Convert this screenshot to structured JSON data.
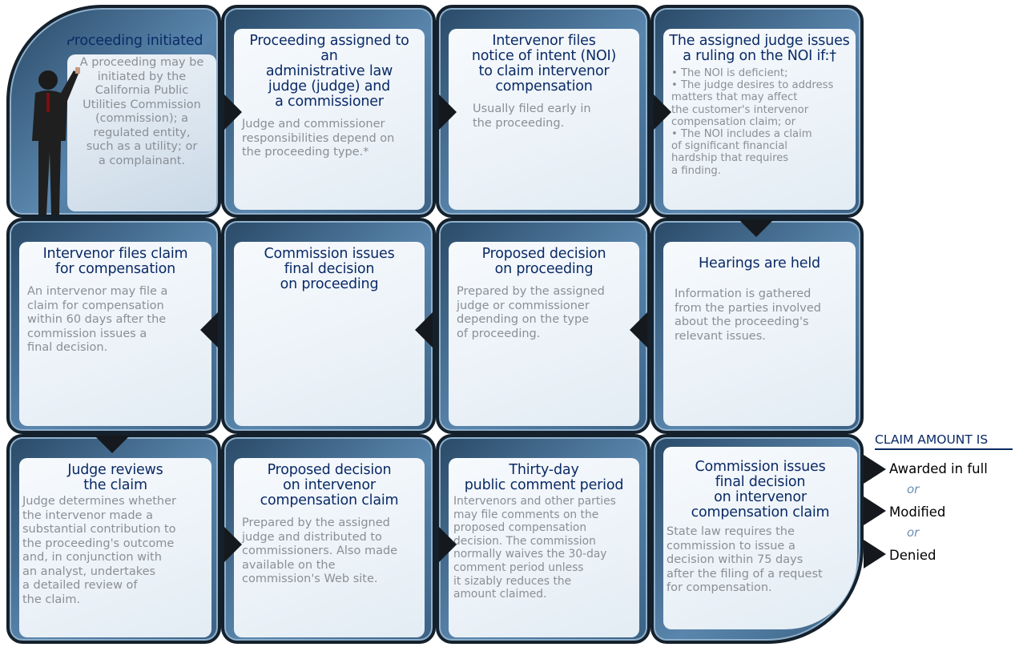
{
  "row1": [
    {
      "title": "Proceeding initiated",
      "desc": "A proceeding may be\ninitiated by the\nCalifornia Public\nUtilities Commission\n(commission); a\nregulated entity,\nsuch as a utility; or\na complainant."
    },
    {
      "title": "Proceeding assigned to an\nadministrative law\njudge (judge) and\na commissioner",
      "desc": "Judge and commissioner\nresponsibilities depend on\nthe proceeding type.*"
    },
    {
      "title": "Intervenor files\nnotice of intent (NOI)\nto claim intervenor\ncompensation",
      "desc": "Usually filed early in\nthe proceeding."
    },
    {
      "title": "The assigned judge issues\na ruling on the NOI if:†",
      "bullets": [
        "• The NOI is deficient;",
        "• The judge desires to address\n  matters that may affect\n  the customer's intervenor\n  compensation claim; or",
        "• The NOI includes a claim\n  of significant financial\n  hardship that requires\n  a finding."
      ]
    }
  ],
  "row2": [
    {
      "title": "Intervenor files claim\nfor compensation",
      "desc": "An intervenor may file a\nclaim for compensation\nwithin 60 days after the\ncommission issues a\nfinal decision."
    },
    {
      "title": "Commission issues\nfinal decision\non proceeding",
      "desc": ""
    },
    {
      "title": "Proposed decision\non proceeding",
      "desc": "Prepared by the assigned\njudge or commissioner\ndepending on the type\nof proceeding."
    },
    {
      "title": "Hearings are held",
      "desc": "Information is gathered\nfrom the parties involved\nabout the proceeding's\nrelevant issues."
    }
  ],
  "row3": [
    {
      "title": "Judge reviews\nthe claim",
      "desc": "Judge determines whether\nthe intervenor made a\nsubstantial contribution to\nthe proceeding's outcome\nand, in conjunction with\nan analyst, undertakes\na detailed review of\nthe claim."
    },
    {
      "title": "Proposed decision\non intervenor\ncompensation claim",
      "desc": "Prepared by the assigned\njudge and distributed to\ncommissioners.  Also made\navailable on the\ncommission's Web site."
    },
    {
      "title": "Thirty-day\npublic comment period",
      "desc": "Intervenors and other parties\nmay file comments on the\nproposed compensation\ndecision. The commission\nnormally waives the 30-day\ncomment period unless\nit sizably reduces the\namount claimed."
    },
    {
      "title": "Commission issues\nfinal decision\non intervenor\ncompensation claim",
      "desc": "State law requires the\ncommission to issue a\ndecision within 75 days\nafter the filing of a request\nfor compensation."
    }
  ],
  "claim": {
    "header": "CLAIM AMOUNT IS",
    "outcomes": [
      "Awarded in full",
      "Modified",
      "Denied"
    ],
    "or_label": "or"
  },
  "colors": {
    "title": "#0a2a66",
    "desc": "#8a8f96",
    "tile": "#4f7aa0",
    "outline": "#14202b",
    "or": "#6b8fb4"
  }
}
